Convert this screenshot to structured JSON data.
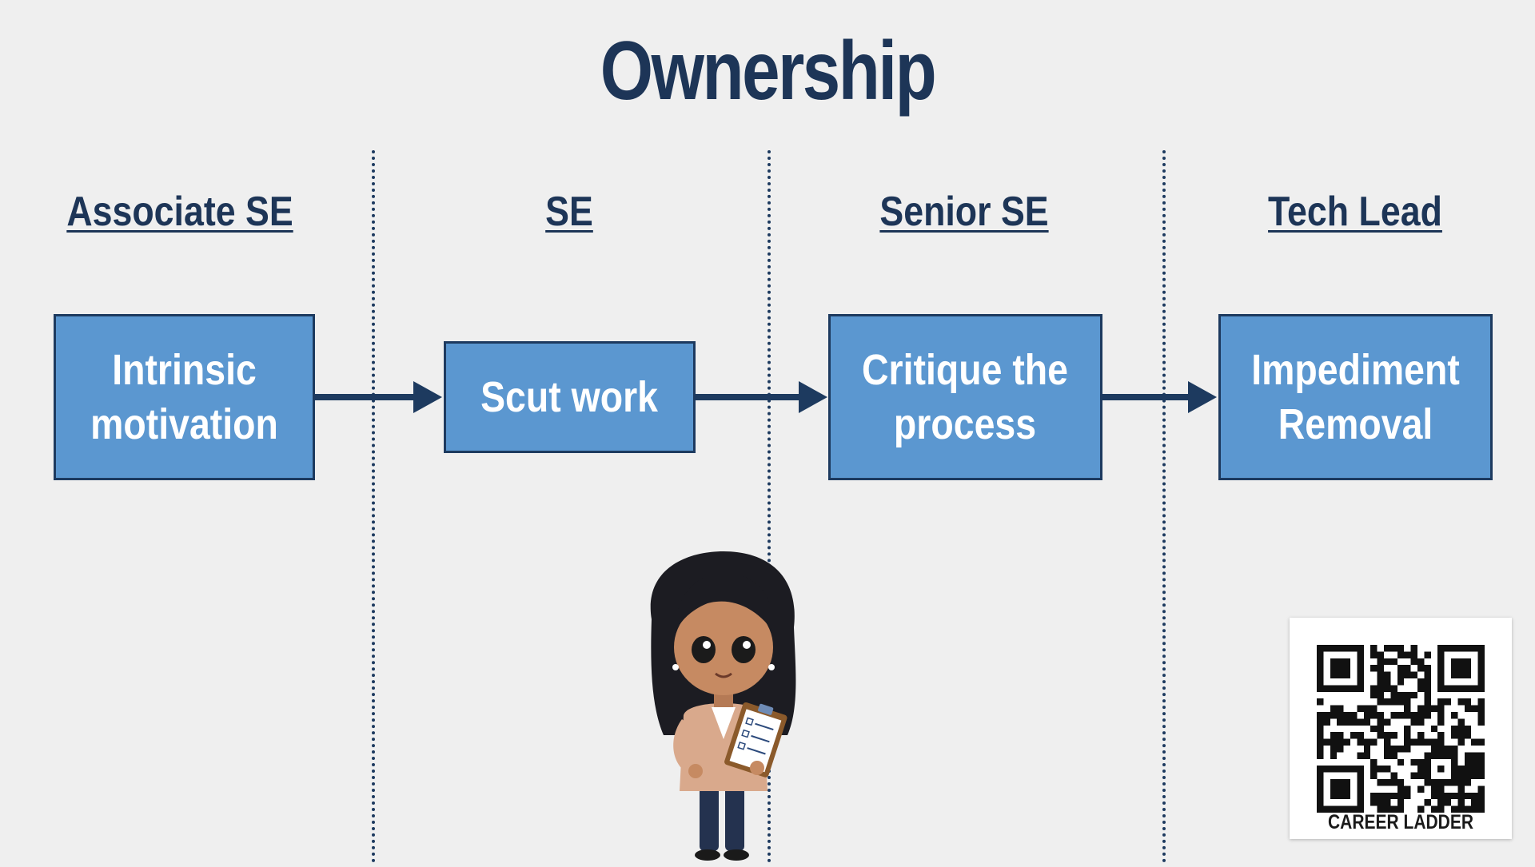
{
  "title": "Ownership",
  "levels": [
    "Associate SE",
    "SE",
    "Senior SE",
    "Tech Lead"
  ],
  "boxes": [
    {
      "line1": "Intrinsic",
      "line2": "motivation"
    },
    {
      "line1": "Scut work",
      "line2": ""
    },
    {
      "line1": "Critique the",
      "line2": "process"
    },
    {
      "line1": "Impediment",
      "line2": "Removal"
    }
  ],
  "qr": {
    "caption": "CAREER LADDER"
  },
  "colors": {
    "navy": "#1d3557",
    "box_fill": "#5b97d0",
    "background": "#efefef"
  },
  "icons": {
    "character": "cartoon-woman-with-clipboard-icon",
    "qr": "qr-code-icon"
  }
}
